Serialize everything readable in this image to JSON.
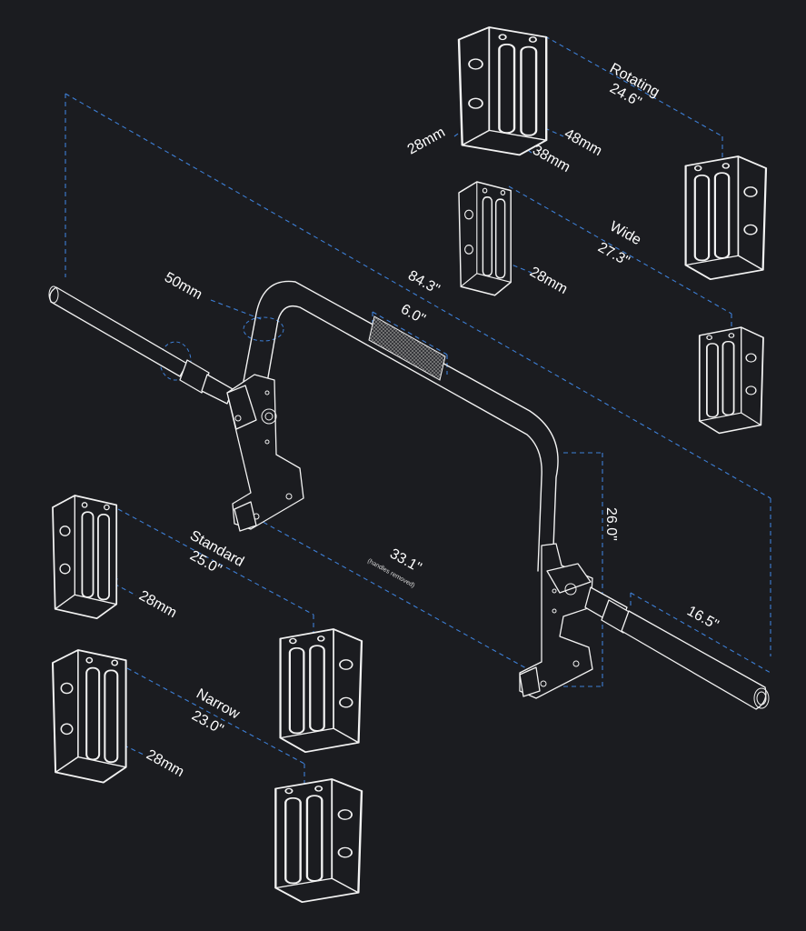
{
  "colors": {
    "background": "#1b1c20",
    "linework": "#f2f2f2",
    "dimension_line": "#3d7fd6",
    "knurl": "#8a8a8a"
  },
  "dimensions": {
    "overall_length": "84.3\"",
    "knurl_length": "6.0\"",
    "height": "26.0\"",
    "sleeve_length": "16.5\"",
    "inner_length": "33.1\"",
    "inner_length_note": "(handles removed)",
    "bar_diameter": "50mm"
  },
  "handles": {
    "rotating": {
      "name": "Rotating",
      "width": "24.6\"",
      "grip_outer": "28mm",
      "grip_mid": "48mm",
      "grip_inner": "38mm"
    },
    "wide": {
      "name": "Wide",
      "width": "27.3\"",
      "grip": "28mm"
    },
    "standard": {
      "name": "Standard",
      "width": "25.0\"",
      "grip": "28mm"
    },
    "narrow": {
      "name": "Narrow",
      "width": "23.0\"",
      "grip": "28mm"
    }
  }
}
